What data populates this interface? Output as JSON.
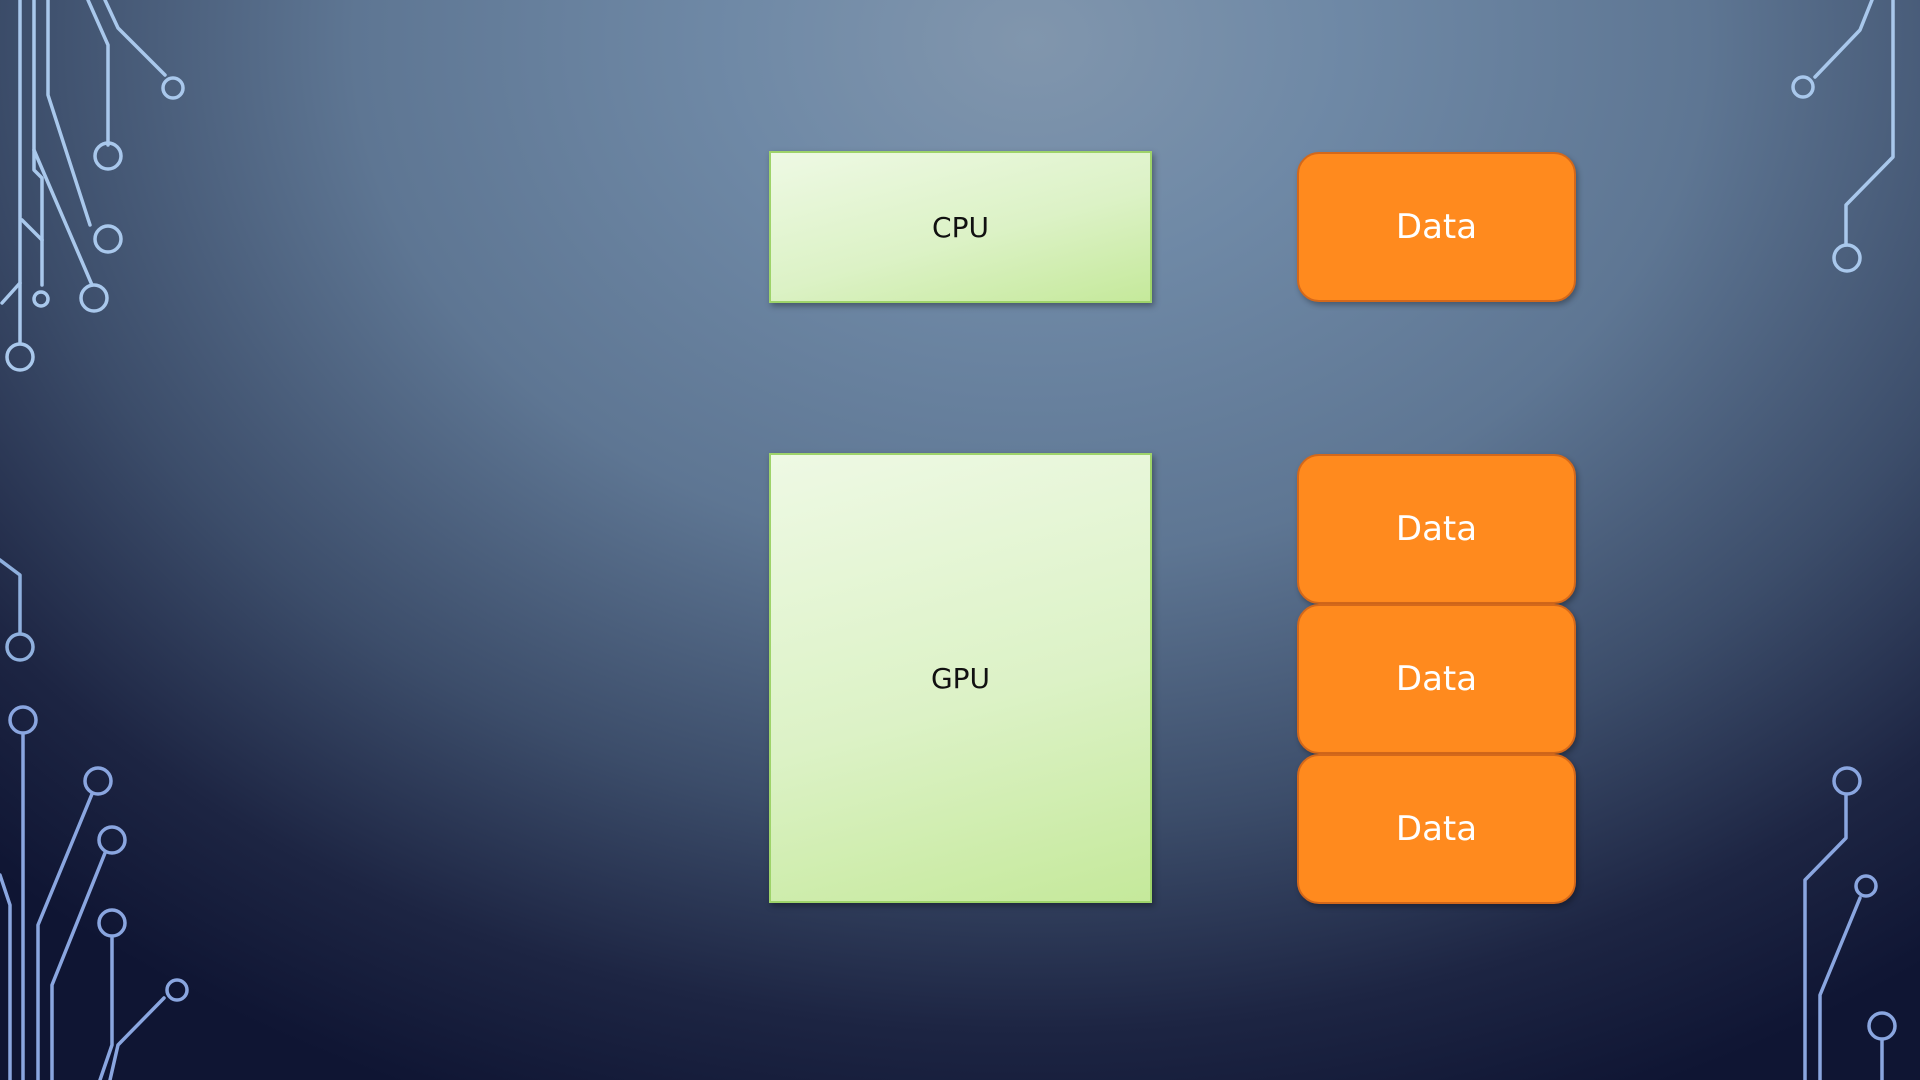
{
  "diagram": {
    "cpu_label": "CPU",
    "gpu_label": "GPU",
    "data_blocks": [
      "Data",
      "Data",
      "Data",
      "Data"
    ]
  },
  "colors": {
    "processor_fill": "#dcf2c6",
    "data_fill": "#ff8a1e",
    "circuit_lines": "#a9c8ec"
  },
  "decorations": [
    "circuit-trace-top-left",
    "circuit-trace-top-right",
    "circuit-trace-mid-left",
    "circuit-trace-bottom-left",
    "circuit-trace-bottom-right"
  ]
}
